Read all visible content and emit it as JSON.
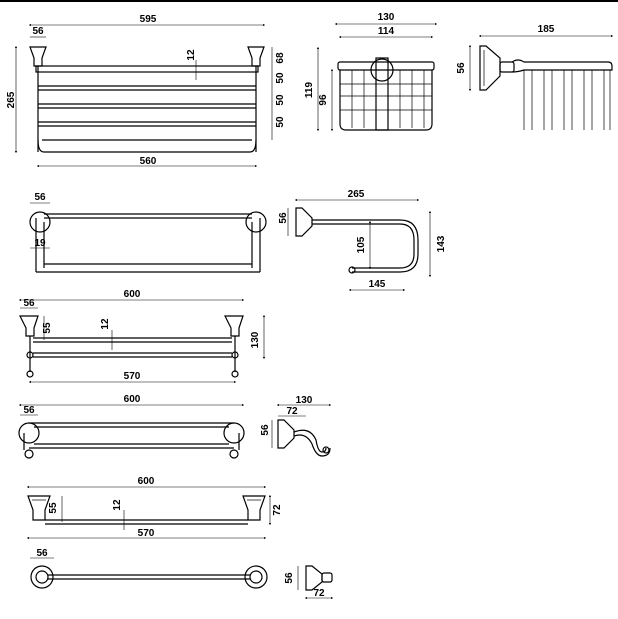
{
  "dimensions": {
    "shelf_top_width": "595",
    "shelf_top_height": "265",
    "shelf_top_depth": "56",
    "shelf_top_gap": "12",
    "shelf_top_bracket": "68",
    "shelf_top_spacing_1": "50",
    "shelf_top_spacing_2": "50",
    "shelf_top_spacing_3": "50",
    "shelf_top_inner": "560",
    "basket_front_width": "130",
    "basket_front_inner": "114",
    "basket_front_height": "119",
    "basket_front_inner_height": "96",
    "basket_side_width": "185",
    "basket_side_depth": "56",
    "rack_top_view_base": "56",
    "rack_top_view_spacing": "19",
    "paper_holder_width": "265",
    "paper_holder_base": "56",
    "paper_holder_inner_height": "105",
    "paper_holder_height": "143",
    "paper_holder_depth": "145",
    "double_bar_front_width": "600",
    "double_bar_front_base": "56",
    "double_bar_front_offset": "55",
    "double_bar_front_rod": "12",
    "double_bar_front_height": "130",
    "double_bar_front_inner": "570",
    "double_bar_top_width": "600",
    "double_bar_top_base": "56",
    "hook_width": "130",
    "hook_depth": "72",
    "hook_base": "56",
    "single_bar_front_width": "600",
    "single_bar_front_offset": "55",
    "single_bar_front_rod": "12",
    "single_bar_front_height": "72",
    "single_bar_front_inner": "570",
    "single_bar_top_base": "56",
    "small_bracket_base": "56",
    "small_bracket_depth": "72"
  }
}
